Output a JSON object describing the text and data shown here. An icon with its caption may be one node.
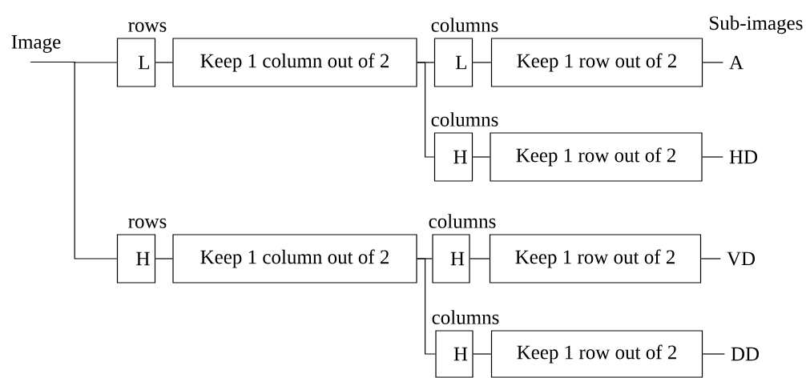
{
  "diagram": {
    "nodes": [
      {
        "text": [
          "Image"
        ]
      },
      {
        "text": [
          "L"
        ],
        "beside": [
          "rows"
        ]
      },
      {
        "text": [
          "Keep 1 column out of 2"
        ]
      },
      {
        "text": [
          "L"
        ],
        "beside": [
          "columns"
        ]
      },
      {
        "text": [
          "Keep 1 row out of 2"
        ]
      },
      {
        "text": [
          "A"
        ]
      },
      {
        "text": [
          "H"
        ],
        "beside": [
          "columns"
        ]
      },
      {
        "text": [
          "Keep 1 row out of 2"
        ]
      },
      {
        "text": [
          "HD"
        ]
      },
      {
        "text": [
          "H"
        ],
        "beside": [
          "rows"
        ]
      },
      {
        "text": [
          "Keep 1 column out of 2"
        ]
      },
      {
        "text": [
          "H"
        ],
        "beside": [
          "columns"
        ]
      },
      {
        "text": [
          "Keep 1 row out of 2"
        ]
      },
      {
        "text": [
          "VD"
        ]
      },
      {
        "text": [
          "H"
        ],
        "beside": [
          "columns"
        ]
      },
      {
        "text": [
          "Keep 1 row out of 2"
        ]
      },
      {
        "text": [
          "DD"
        ]
      }
    ],
    "edges": [
      {
        "from": 0,
        "to": 1,
        "arrow": "none"
      },
      {
        "from": 0,
        "to": 9,
        "arrow": "none"
      },
      {
        "from": 1,
        "to": 2,
        "arrow": "none"
      },
      {
        "from": 2,
        "to": 3,
        "arrow": "none"
      },
      {
        "from": 2,
        "to": 6,
        "arrow": "none"
      },
      {
        "from": 3,
        "to": 4,
        "arrow": "none"
      },
      {
        "from": 4,
        "to": 5,
        "arrow": "none"
      },
      {
        "from": 6,
        "to": 7,
        "arrow": "none"
      },
      {
        "from": 7,
        "to": 8,
        "arrow": "none"
      },
      {
        "from": 9,
        "to": 10,
        "arrow": "none"
      },
      {
        "from": 10,
        "to": 11,
        "arrow": "none"
      },
      {
        "from": 10,
        "to": 14,
        "arrow": "none"
      },
      {
        "from": 11,
        "to": 12,
        "arrow": "none"
      },
      {
        "from": 12,
        "to": 13,
        "arrow": "none"
      },
      {
        "from": 14,
        "to": 15,
        "arrow": "none"
      },
      {
        "from": 15,
        "to": 16,
        "arrow": "none"
      }
    ],
    "labels": [
      "Sub-images"
    ]
  }
}
